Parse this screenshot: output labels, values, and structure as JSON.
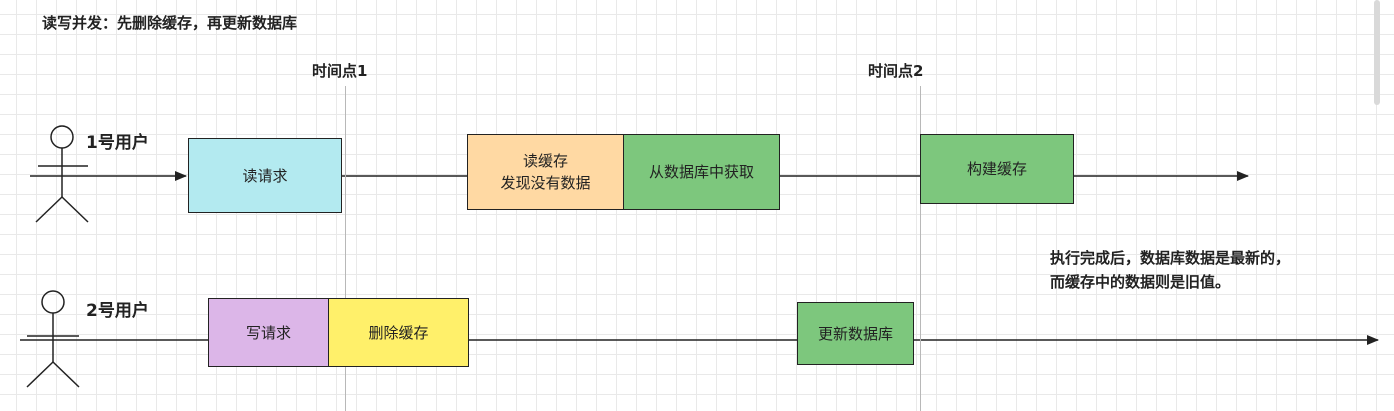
{
  "title": "读写并发：先删除缓存，再更新数据库",
  "time_points": [
    "时间点1",
    "时间点2"
  ],
  "users": [
    {
      "label": "1号用户",
      "steps": [
        {
          "lines": [
            "读请求"
          ],
          "color": "#b3eaf0"
        },
        {
          "lines": [
            "读缓存",
            "发现没有数据"
          ],
          "color": "#ffd9a3"
        },
        {
          "lines": [
            "从数据库中获取"
          ],
          "color": "#7dc77d"
        },
        {
          "lines": [
            "构建缓存"
          ],
          "color": "#7dc77d"
        }
      ]
    },
    {
      "label": "2号用户",
      "steps": [
        {
          "lines": [
            "写请求"
          ],
          "color": "#dcb6e8"
        },
        {
          "lines": [
            "删除缓存"
          ],
          "color": "#fff06a"
        },
        {
          "lines": [
            "更新数据库"
          ],
          "color": "#7dc77d"
        }
      ]
    }
  ],
  "note": [
    "执行完成后，数据库数据是最新的，",
    "而缓存中的数据则是旧值。"
  ]
}
